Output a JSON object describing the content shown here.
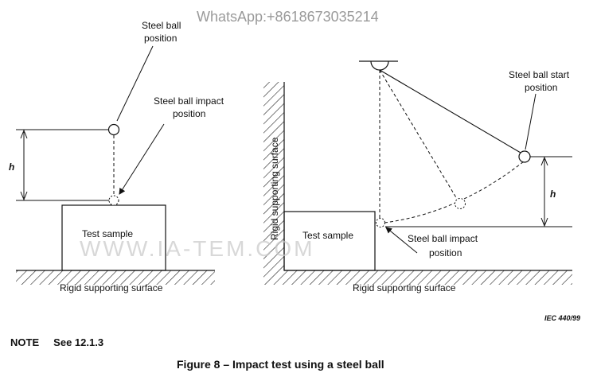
{
  "watermark": {
    "top": "WhatsApp:+8618673035214",
    "middle": "WWW.IA-TEM.COM"
  },
  "left_diagram": {
    "steel_ball_position": [
      "Steel ball",
      "position"
    ],
    "steel_ball_impact": [
      "Steel ball impact",
      "position"
    ],
    "h_label": "h",
    "test_sample": "Test sample",
    "surface": "Rigid supporting surface"
  },
  "right_diagram": {
    "steel_ball_start": [
      "Steel ball start",
      "position"
    ],
    "steel_ball_impact": [
      "Steel ball impact",
      "position"
    ],
    "h_label": "h",
    "test_sample": "Test sample",
    "surface": "Rigid supporting surface",
    "vertical_surface": "Rigid supporting surface"
  },
  "iec_ref": "IEC   440/99",
  "note": "NOTE     See 12.1.3",
  "caption": "Figure 8 – Impact test using a steel ball"
}
